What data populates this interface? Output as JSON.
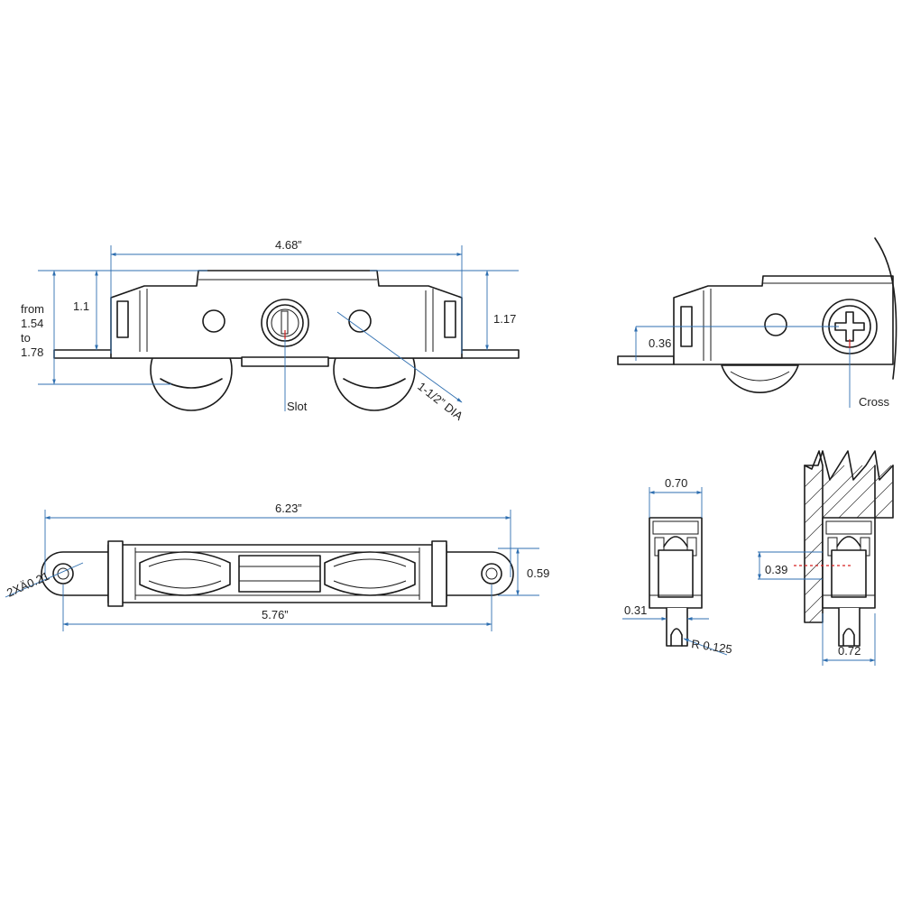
{
  "colors": {
    "outline": "#1a1a1a",
    "dimension": "#2f6fb0",
    "marker": "#d62020",
    "background": "#ffffff"
  },
  "front_view": {
    "overall_width": "4.68”",
    "height_left": "1.1",
    "height_range_from": "from",
    "height_range_min": "1.54",
    "height_range_to": "to",
    "height_range_max": "1.78",
    "height_right": "1.17",
    "slot_label": "Slot",
    "wheel_dia": "1-1/2” DIA"
  },
  "side_view": {
    "flange_height": "0.36",
    "cross_label": "Cross"
  },
  "bottom_view": {
    "overall_length": "6.23”",
    "hole_spacing": "5.76”",
    "width": "0.59",
    "hole_dia": "2XÄ0.21"
  },
  "section_view": {
    "width": "0.70",
    "wheel_width": "0.31",
    "radius": "R 0.125"
  },
  "installed_view": {
    "offset": "0.39",
    "width": "0.72"
  }
}
